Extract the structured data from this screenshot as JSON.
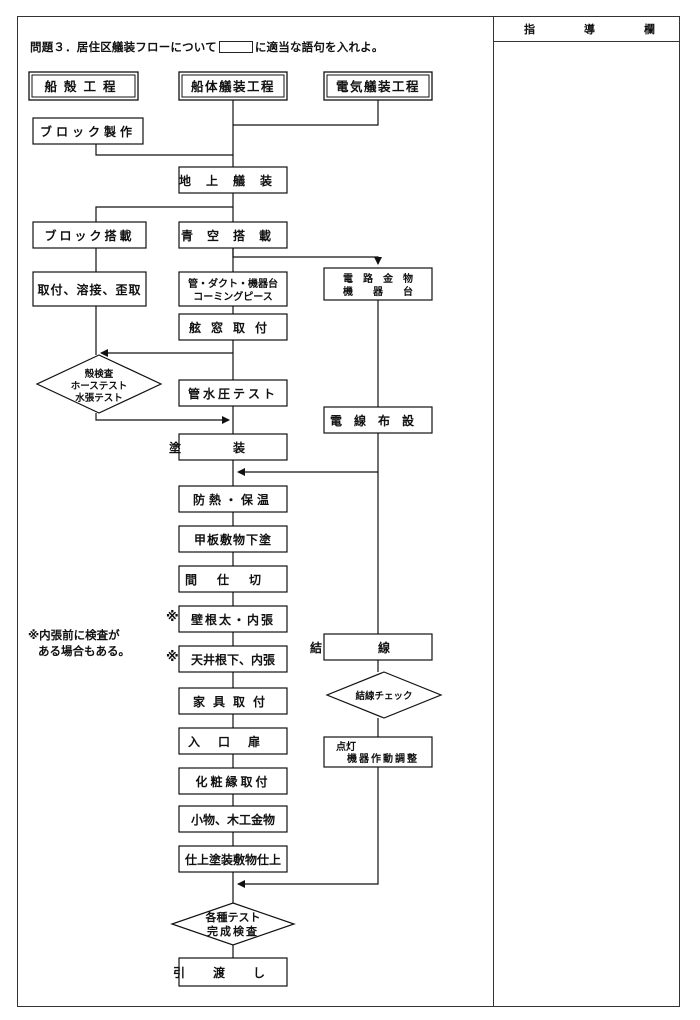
{
  "question": {
    "prefix": "問題３．居住区艤装フローについて",
    "suffix": "に適当な語句を入れよ。"
  },
  "guide_column": {
    "title_chars": [
      "指",
      "導",
      "欄"
    ]
  },
  "headers": {
    "hull": "船殻工程",
    "outfit": "船体艤装工程",
    "electric": "電気艤装工程"
  },
  "boxes": {
    "block_make": "ブロック製作",
    "ground_outfit": "地上艤装",
    "block_erect": "ブロック搭載",
    "sky_erect": "青空搭載",
    "mount_weld": "取付、溶接、歪取",
    "pipe_duct": [
      "管・ダクト・機器台",
      "コーミングピース"
    ],
    "circuit": [
      "電　路　金　物",
      "機　　器　　台"
    ],
    "window": "舷窓取付",
    "pipe_test": "管水圧テスト",
    "cable": "電線布設",
    "paint": "塗装",
    "insulation": "防熱・保温",
    "deck_cover": "甲板敷物下塗",
    "partition": "間仕切",
    "wall_lining": "壁根太・内張",
    "ceiling": "天井根下、内張",
    "wiring": "結線",
    "furniture": "家具取付",
    "door": "入口扉",
    "trim": "化粧縁取付",
    "fittings": "小物、木工金物",
    "finish": "仕上塗装敷物仕上",
    "lighting": [
      "点灯",
      "機器作動調整"
    ],
    "handover": "引渡し"
  },
  "diamonds": {
    "shell_test": [
      "殻検査",
      "ホーステスト",
      "水張テスト"
    ],
    "wiring_check": "結線チェック",
    "final_test": [
      "各種テスト",
      "完成検査"
    ]
  },
  "note": [
    "※内張前に検査が",
    "ある場合もある。"
  ],
  "asterisk": "※"
}
